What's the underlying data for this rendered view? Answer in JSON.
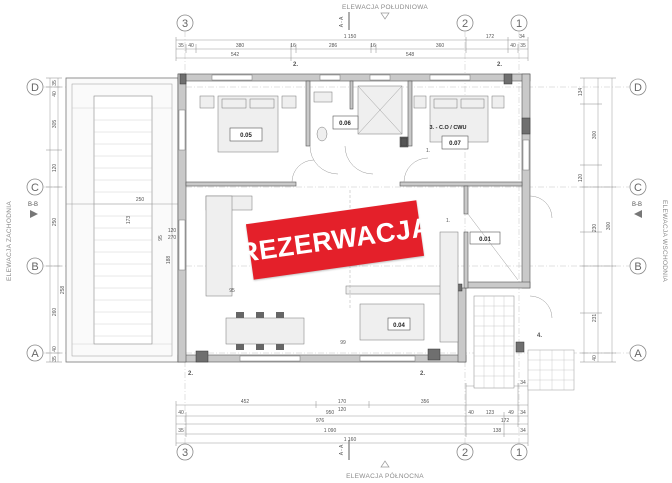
{
  "elevations": {
    "south": "ELEWACJA POŁUDNIOWA",
    "north": "ELEWACJA PÓŁNOCNA",
    "west": "ELEWACJA ZACHODNIA",
    "east": "ELEWACJA WSCHODNIA"
  },
  "axes": {
    "cols": [
      "3",
      "2",
      "1"
    ],
    "rows": [
      "D",
      "C",
      "B",
      "A"
    ]
  },
  "sections": {
    "aa": "A - A",
    "bb": "B-B"
  },
  "rooms": {
    "r005": "0.05",
    "r006": "0.06",
    "r007": "0.07",
    "r001": "0.01",
    "r004": "0.04",
    "co_cwu": "3. - C.O / CWU"
  },
  "markers": {
    "m1": "1.",
    "m2": "2.",
    "m4": "4."
  },
  "stamp": {
    "text": "REZERWACJA",
    "color": "#e4202a"
  },
  "dims": {
    "top": {
      "row1": [
        "1 150",
        "172",
        "34"
      ],
      "row2": [
        "35",
        "40",
        "380",
        "16",
        "286",
        "16",
        "360",
        "40",
        "35"
      ],
      "row3": [
        "542",
        "548"
      ]
    },
    "bottom": {
      "row1": [
        "172",
        "34"
      ],
      "row2": [
        "452",
        "170",
        "356"
      ],
      "row3": [
        "120"
      ],
      "row4": [
        "40",
        "950",
        "40",
        "123",
        "49",
        "34"
      ],
      "row5": [
        "976",
        "172"
      ],
      "row6": [
        "35",
        "1 090",
        "138",
        "34"
      ],
      "row7": [
        "1 160"
      ]
    },
    "left": [
      "35",
      "40",
      "305",
      "120",
      "250",
      "258",
      "260",
      "40",
      "35"
    ],
    "right": [
      "134",
      "300",
      "120",
      "230",
      "300",
      "231",
      "40"
    ],
    "inner": [
      "250",
      "173",
      "95",
      "188",
      "95",
      "120",
      "270",
      "99"
    ]
  }
}
